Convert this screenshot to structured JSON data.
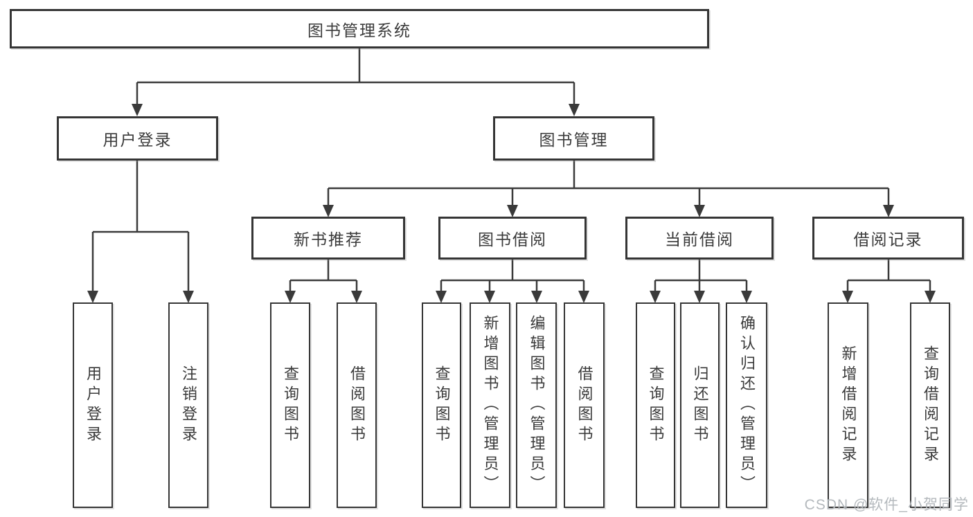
{
  "tree": {
    "root": {
      "label": "图书管理系统"
    },
    "user_login": {
      "label": "用户登录",
      "children": [
        {
          "label": "用户登录"
        },
        {
          "label": "注销登录"
        }
      ]
    },
    "book_mgmt": {
      "label": "图书管理",
      "children": [
        {
          "label": "新书推荐",
          "children": [
            {
              "label": "查询图书"
            },
            {
              "label": "借阅图书"
            }
          ]
        },
        {
          "label": "图书借阅",
          "children": [
            {
              "label": "查询图书"
            },
            {
              "label": "新增图书（管理员）"
            },
            {
              "label": "编辑图书（管理员）"
            },
            {
              "label": "借阅图书"
            }
          ]
        },
        {
          "label": "当前借阅",
          "children": [
            {
              "label": "查询图书"
            },
            {
              "label": "归还图书"
            },
            {
              "label": "确认归还（管理员）"
            }
          ]
        },
        {
          "label": "借阅记录",
          "children": [
            {
              "label": "新增借阅记录"
            },
            {
              "label": "查询借阅记录"
            }
          ]
        }
      ]
    }
  },
  "watermark": "CSDN @软件_小贺同学",
  "colors": {
    "line": "#3a3a3a",
    "box_border": "#353535",
    "text": "#3a3a3a",
    "watermark": "#b4b9bd",
    "background": "#ffffff"
  }
}
